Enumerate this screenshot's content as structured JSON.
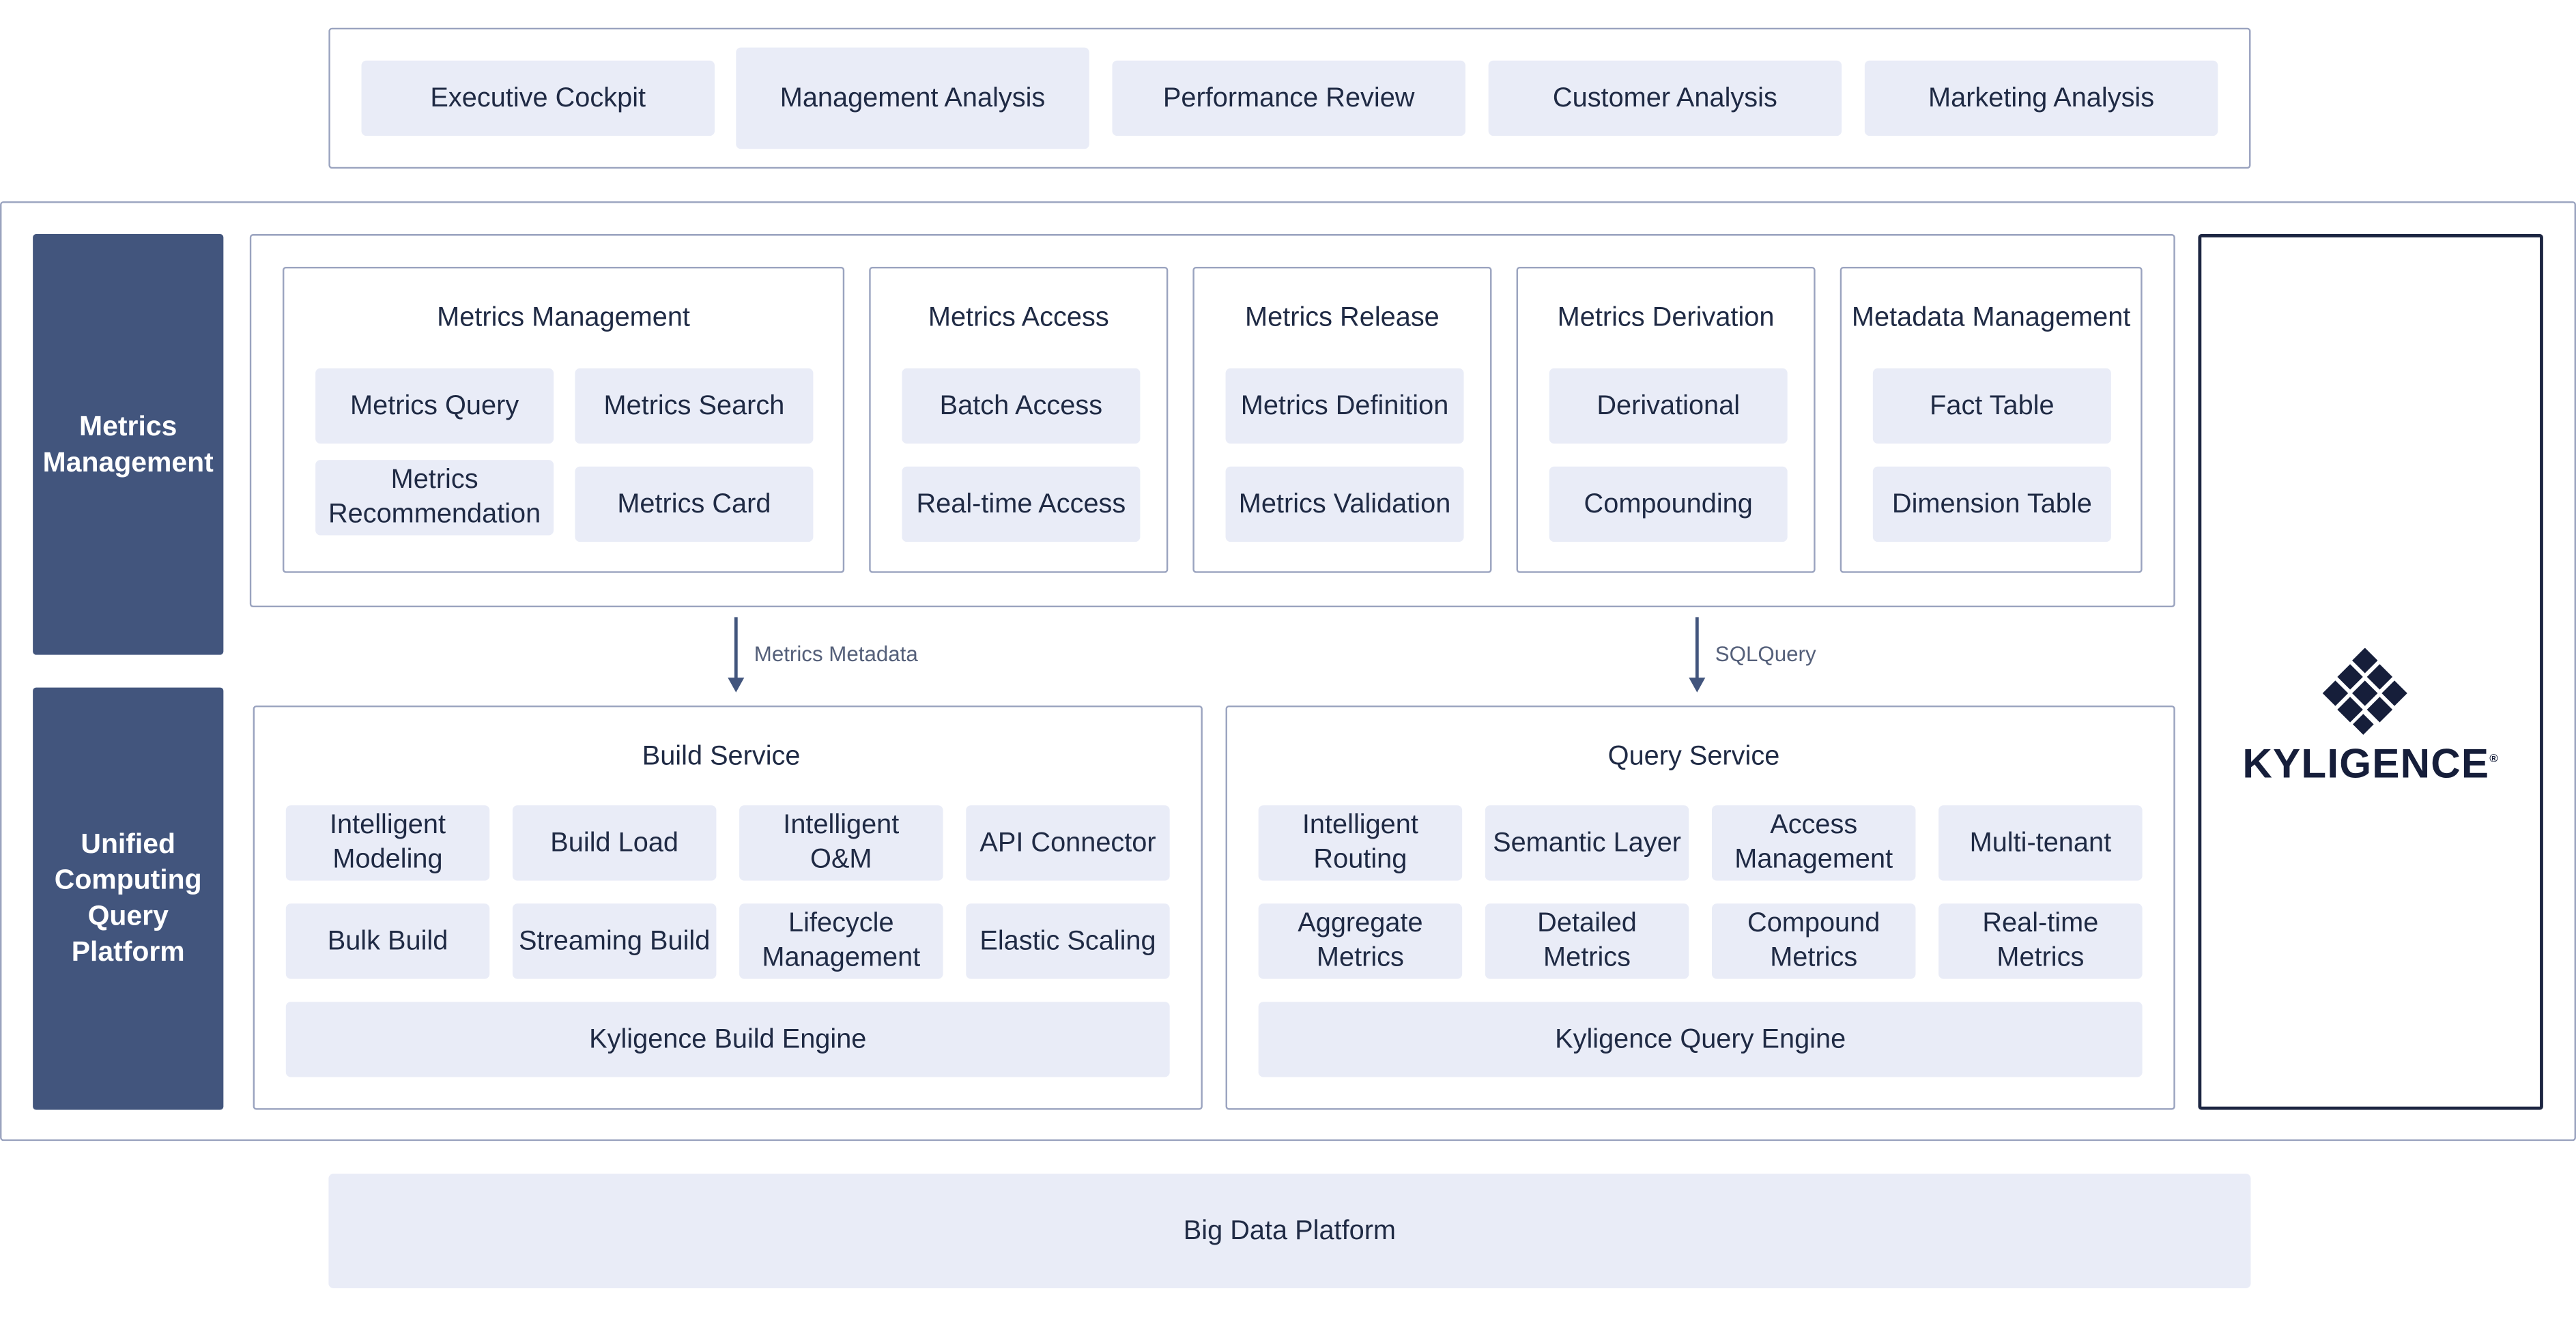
{
  "apps": [
    "Executive Cockpit",
    "Management Analysis",
    "Performance Review",
    "Customer Analysis",
    "Marketing Analysis"
  ],
  "side_labels": {
    "metrics": "Metrics\nManagement",
    "unified": "Unified\nComputing\nQuery\nPlatform"
  },
  "metrics_groups": [
    {
      "title": "Metrics Management",
      "items": [
        "Metrics Query",
        "Metrics Search",
        "Metrics\nRecommendation",
        "Metrics Card"
      ]
    },
    {
      "title": "Metrics Access",
      "items": [
        "Batch Access",
        "Real-time Access"
      ]
    },
    {
      "title": "Metrics Release",
      "items": [
        "Metrics Definition",
        "Metrics Validation"
      ]
    },
    {
      "title": "Metrics Derivation",
      "items": [
        "Derivational",
        "Compounding"
      ]
    },
    {
      "title": "Metadata Management",
      "items": [
        "Fact Table",
        "Dimension Table"
      ]
    }
  ],
  "arrows": {
    "left_label": "Metrics Metadata",
    "right_label": "SQLQuery"
  },
  "build_service": {
    "title": "Build Service",
    "items": [
      "Intelligent\nModeling",
      "Build Load",
      "Intelligent\nO&M",
      "API Connector",
      "Bulk Build",
      "Streaming Build",
      "Lifecycle\nManagement",
      "Elastic Scaling"
    ],
    "engine": "Kyligence Build Engine"
  },
  "query_service": {
    "title": "Query Service",
    "items": [
      "Intelligent\nRouting",
      "Semantic Layer",
      "Access\nManagement",
      "Multi-tenant",
      "Aggregate\nMetrics",
      "Detailed\nMetrics",
      "Compound\nMetrics",
      "Real-time\nMetrics"
    ],
    "engine": "Kyligence Query Engine"
  },
  "brand": {
    "name": "KYLIGENCE",
    "registered": "®",
    "logo_icon": "kyligence-diamond-icon",
    "color": "#161e3a"
  },
  "footer": "Big Data Platform",
  "colors": {
    "chip_bg": "#e9ecf7",
    "side_bg": "#42557d",
    "border": "#9aa3bf",
    "text": "#1f2a44"
  }
}
